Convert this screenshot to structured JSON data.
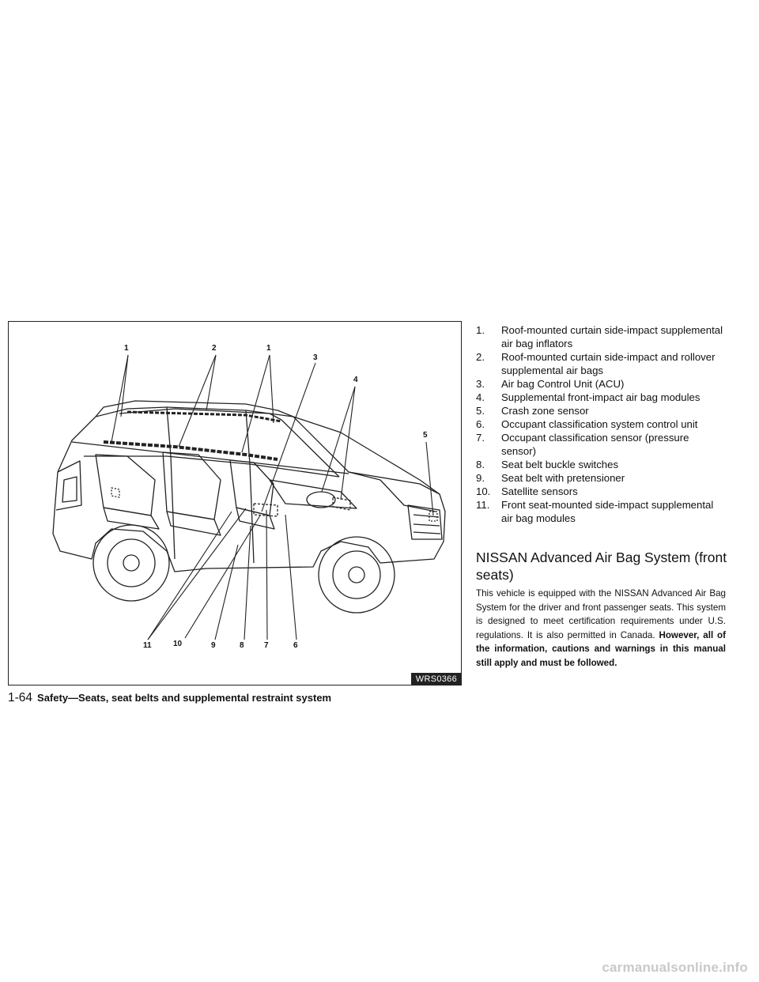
{
  "figure": {
    "code": "WRS0366",
    "callouts": {
      "c1a": "1",
      "c2": "2",
      "c1b": "1",
      "c3": "3",
      "c4": "4",
      "c5": "5",
      "c11": "11",
      "c10": "10",
      "c9": "9",
      "c8": "8",
      "c7": "7",
      "c6": "6"
    }
  },
  "legend": [
    {
      "num": "1.",
      "text": "Roof-mounted curtain side-impact supplemental air bag inflators"
    },
    {
      "num": "2.",
      "text": "Roof-mounted curtain side-impact and rollover supplemental air bags"
    },
    {
      "num": "3.",
      "text": "Air bag Control Unit (ACU)"
    },
    {
      "num": "4.",
      "text": "Supplemental front-impact air bag modules"
    },
    {
      "num": "5.",
      "text": "Crash zone sensor"
    },
    {
      "num": "6.",
      "text": "Occupant classification system control unit"
    },
    {
      "num": "7.",
      "text": "Occupant classification sensor (pressure sensor)"
    },
    {
      "num": "8.",
      "text": "Seat belt buckle switches"
    },
    {
      "num": "9.",
      "text": "Seat belt with pretensioner"
    },
    {
      "num": "10.",
      "text": "Satellite sensors"
    },
    {
      "num": "11.",
      "text": "Front seat-mounted side-impact supplemental air bag modules"
    }
  ],
  "section": {
    "heading": "NISSAN Advanced Air Bag System (front seats)",
    "body": "This vehicle is equipped with the NISSAN Advanced Air Bag System for the driver and front passenger seats. This system is designed to meet certification requirements under U.S. regulations. It is also permitted in Canada.",
    "body_bold": "However, all of the information, cautions and warnings in this manual still apply and must be followed."
  },
  "footer": {
    "page_number": "1-64",
    "section_title": "Safety—Seats, seat belts and supplemental restraint system"
  },
  "watermark": "carmanualsonline.info"
}
